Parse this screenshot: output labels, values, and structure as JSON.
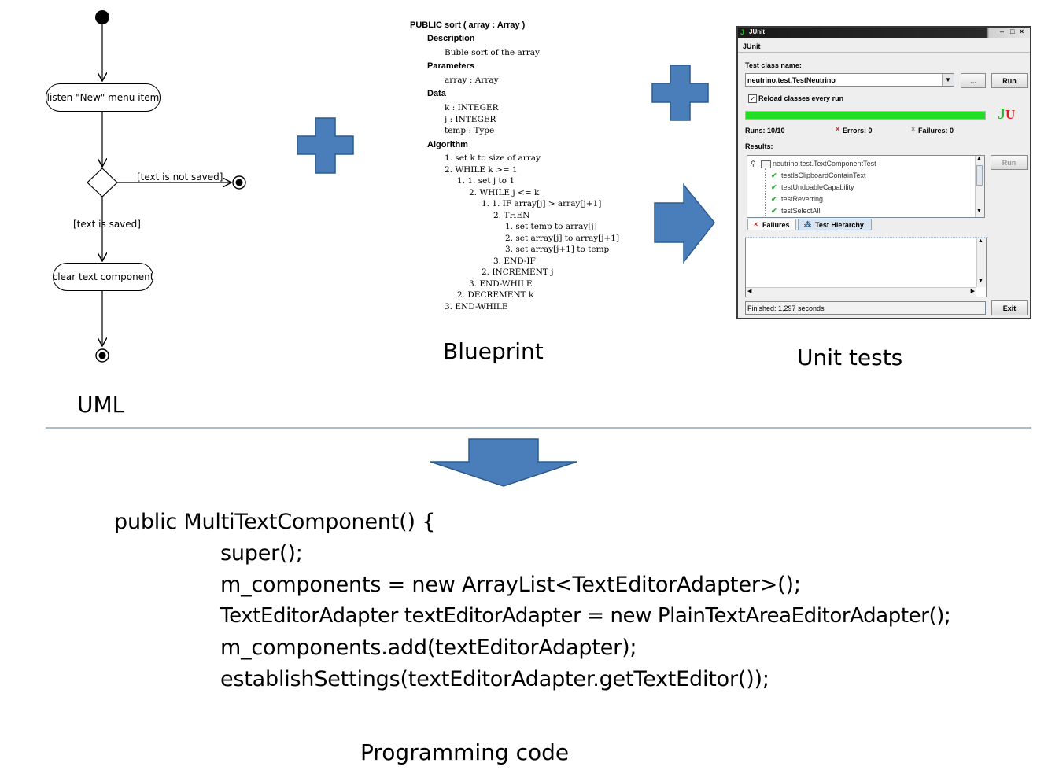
{
  "uml": {
    "node_listen": "listen \"New\" menu item",
    "guard_not_saved": "[text is not saved]",
    "guard_saved": "[text is saved]",
    "node_clear": "clear text component",
    "caption": "UML"
  },
  "blueprint": {
    "signature": "PUBLIC sort ( array : Array )",
    "description_head": "Description",
    "description": "Buble sort of the array",
    "parameters_head": "Parameters",
    "param_1": "array : Array",
    "data_head": "Data",
    "data_1": "k : INTEGER",
    "data_2": "j : INTEGER",
    "data_3": "temp : Type",
    "algorithm_head": "Algorithm",
    "steps": [
      "1.  set k to size of array",
      "2.  WHILE k >= 1",
      "1.  1.  set j to 1",
      "2.  WHILE j <= k",
      "1.  1.  IF array[j]  >  array[j+1]",
      "2.  THEN",
      "1.  set temp to array[j]",
      "2.  set array[j]  to array[j+1]",
      "3.  set array[j+1]  to temp",
      "3.  END-IF",
      "2.  INCREMENT j",
      "3.  END-WHILE",
      "2.  DECREMENT k",
      "3.  END-WHILE"
    ],
    "caption": "Blueprint"
  },
  "junit": {
    "window_title": "JUnit",
    "menu": "JUnit",
    "test_class_label": "Test class name:",
    "test_class_value": "neutrino.test.TestNeutrino",
    "browse_button": "...",
    "run_button": "Run",
    "reload_label": "Reload classes every run",
    "progress": 1.0,
    "progress_color": "#22dd22",
    "logo": "JU",
    "runs": "Runs:  10/10",
    "errors": "Errors:  0",
    "failures": "Failures:  0",
    "results_label": "Results:",
    "tree_root": "neutrino.test.TextComponentTest",
    "tree_items": [
      "testIsClipboardContainText",
      "testUndoableCapability",
      "testReverting",
      "testSelectAll"
    ],
    "run_side_button": "Run",
    "tab_failures": "Failures",
    "tab_hierarchy": "Test Hierarchy",
    "status": "Finished: 1,297 seconds",
    "exit_button": "Exit",
    "caption": "Unit tests"
  },
  "code": {
    "lines": [
      "public MultiTextComponent() {",
      "super();",
      "m_components = new ArrayList<TextEditorAdapter>();",
      "TextEditorAdapter textEditorAdapter  = new PlainTextAreaEditorAdapter();",
      "m_components.add(textEditorAdapter);",
      "establishSettings(textEditorAdapter.getTextEditor());"
    ],
    "caption": "Programming code"
  },
  "colors": {
    "shape_fill": "#4a7ebb",
    "shape_stroke": "#2c5a8c",
    "divider": "#8fa6b8"
  }
}
